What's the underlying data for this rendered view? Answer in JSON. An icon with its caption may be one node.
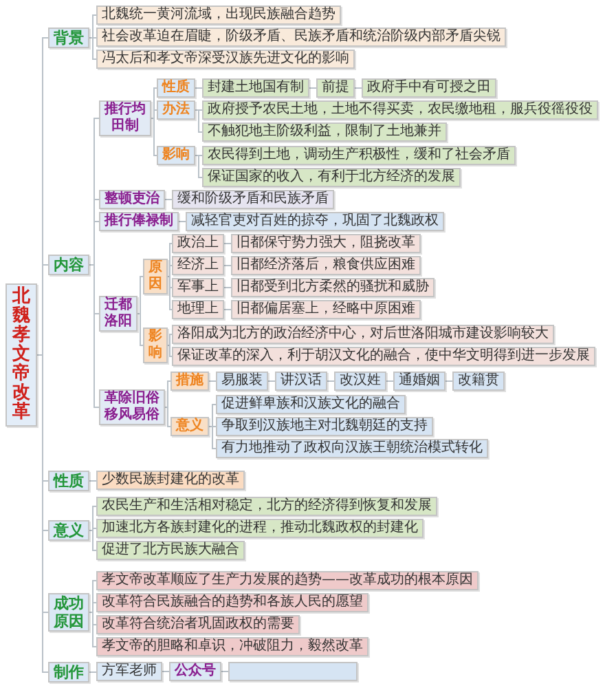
{
  "diagram": {
    "nodes": [
      {
        "text": [
          "北魏孝文帝改革"
        ]
      },
      {
        "text": [
          "背景"
        ]
      },
      {
        "text": [
          "北魏统一黄河流域，出现民族融合趋势"
        ]
      },
      {
        "text": [
          "社会改革迫在眉睫，阶级矛盾、民族矛盾和统治阶级内部矛盾尖锐"
        ]
      },
      {
        "text": [
          "冯太后和孝文帝深受汉族先进文化的影响"
        ]
      },
      {
        "text": [
          "内容"
        ]
      },
      {
        "text": [
          "推行均田制"
        ]
      },
      {
        "text": [
          "性质"
        ]
      },
      {
        "text": [
          "封建土地国有制"
        ]
      },
      {
        "text": [
          "前提"
        ]
      },
      {
        "text": [
          "政府手中有可授之田"
        ]
      },
      {
        "text": [
          "办法"
        ]
      },
      {
        "text": [
          "政府授予农民土地，土地不得买卖，农民缴地租，服兵役徭役役"
        ]
      },
      {
        "text": [
          "不触犯地主阶级利益，限制了土地兼并"
        ]
      },
      {
        "text": [
          "影响"
        ]
      },
      {
        "text": [
          "农民得到土地，调动生产积极性，缓和了社会矛盾"
        ]
      },
      {
        "text": [
          "保证国家的收入，有利于北方经济的发展"
        ]
      },
      {
        "text": [
          "整顿吏治"
        ]
      },
      {
        "text": [
          "缓和阶级矛盾和民族矛盾"
        ]
      },
      {
        "text": [
          "推行俸禄制"
        ]
      },
      {
        "text": [
          "减轻官吏对百姓的掠夺，巩固了北魏政权"
        ]
      },
      {
        "text": [
          "迁都洛阳"
        ]
      },
      {
        "text": [
          "原因"
        ]
      },
      {
        "text": [
          "政治上"
        ]
      },
      {
        "text": [
          "旧都保守势力强大，阻挠改革"
        ]
      },
      {
        "text": [
          "经济上"
        ]
      },
      {
        "text": [
          "旧都经济落后，粮食供应困难"
        ]
      },
      {
        "text": [
          "军事上"
        ]
      },
      {
        "text": [
          "旧都受到北方柔然的骚扰和威胁"
        ]
      },
      {
        "text": [
          "地理上"
        ]
      },
      {
        "text": [
          "旧都偏居塞上，经略中原困难"
        ]
      },
      {
        "text": [
          "影响"
        ]
      },
      {
        "text": [
          "洛阳成为北方的政治经济中心，对后世洛阳城市建设影响较大"
        ]
      },
      {
        "text": [
          "保证改革的深入，利于胡汉文化的融合，使中华文明得到进一步发展"
        ]
      },
      {
        "text": [
          "革除旧俗移风易俗"
        ]
      },
      {
        "text": [
          "措施"
        ]
      },
      {
        "text": [
          "易服装"
        ]
      },
      {
        "text": [
          "讲汉话"
        ]
      },
      {
        "text": [
          "改汉姓"
        ]
      },
      {
        "text": [
          "通婚姻"
        ]
      },
      {
        "text": [
          "改籍贯"
        ]
      },
      {
        "text": [
          "意义"
        ]
      },
      {
        "text": [
          "促进鲜卑族和汉族文化的融合"
        ]
      },
      {
        "text": [
          "争取到汉族地主对北魏朝廷的支持"
        ]
      },
      {
        "text": [
          "有力地推动了政权向汉族王朝统治模式转化"
        ]
      },
      {
        "text": [
          "性质"
        ]
      },
      {
        "text": [
          "少数民族封建化的改革"
        ]
      },
      {
        "text": [
          "意义"
        ]
      },
      {
        "text": [
          "农民生产和生活相对稳定，北方的经济得到恢复和发展"
        ]
      },
      {
        "text": [
          "加速北方各族封建化的进程，推动北魏政权的封建化"
        ]
      },
      {
        "text": [
          "促进了北方民族大融合"
        ]
      },
      {
        "text": [
          "成功原因"
        ]
      },
      {
        "text": [
          "孝文帝改革顺应了生产力发展的趋势——改革成功的根本原因"
        ]
      },
      {
        "text": [
          "改革符合民族融合的趋势和各族人民的愿望"
        ]
      },
      {
        "text": [
          "改革符合统治者巩固政权的需要"
        ]
      },
      {
        "text": [
          "孝文帝的胆略和卓识，冲破阻力，毅然改革"
        ]
      },
      {
        "text": [
          "制作"
        ]
      },
      {
        "text": [
          "方军老师"
        ]
      },
      {
        "text": [
          "公众号"
        ]
      },
      {
        "text": [],
        "shape": "box"
      }
    ],
    "edges": [
      {
        "from": 0,
        "to": 1,
        "arrow": "none"
      },
      {
        "from": 1,
        "to": 2,
        "arrow": "none"
      },
      {
        "from": 1,
        "to": 3,
        "arrow": "none"
      },
      {
        "from": 1,
        "to": 4,
        "arrow": "none"
      },
      {
        "from": 0,
        "to": 5,
        "arrow": "none"
      },
      {
        "from": 5,
        "to": 6,
        "arrow": "none"
      },
      {
        "from": 6,
        "to": 7,
        "arrow": "none"
      },
      {
        "from": 7,
        "to": 8,
        "arrow": "none"
      },
      {
        "from": 8,
        "to": 9,
        "arrow": "none"
      },
      {
        "from": 9,
        "to": 10,
        "arrow": "none"
      },
      {
        "from": 6,
        "to": 11,
        "arrow": "none"
      },
      {
        "from": 11,
        "to": 12,
        "arrow": "none"
      },
      {
        "from": 11,
        "to": 13,
        "arrow": "none"
      },
      {
        "from": 6,
        "to": 14,
        "arrow": "none"
      },
      {
        "from": 14,
        "to": 15,
        "arrow": "none"
      },
      {
        "from": 14,
        "to": 16,
        "arrow": "none"
      },
      {
        "from": 5,
        "to": 17,
        "arrow": "none"
      },
      {
        "from": 17,
        "to": 18,
        "arrow": "none"
      },
      {
        "from": 5,
        "to": 19,
        "arrow": "none"
      },
      {
        "from": 19,
        "to": 20,
        "arrow": "none"
      },
      {
        "from": 5,
        "to": 21,
        "arrow": "none"
      },
      {
        "from": 21,
        "to": 22,
        "arrow": "none"
      },
      {
        "from": 22,
        "to": 23,
        "arrow": "none"
      },
      {
        "from": 23,
        "to": 24,
        "arrow": "none"
      },
      {
        "from": 22,
        "to": 25,
        "arrow": "none"
      },
      {
        "from": 25,
        "to": 26,
        "arrow": "none"
      },
      {
        "from": 22,
        "to": 27,
        "arrow": "none"
      },
      {
        "from": 27,
        "to": 28,
        "arrow": "none"
      },
      {
        "from": 22,
        "to": 29,
        "arrow": "none"
      },
      {
        "from": 29,
        "to": 30,
        "arrow": "none"
      },
      {
        "from": 21,
        "to": 31,
        "arrow": "none"
      },
      {
        "from": 31,
        "to": 32,
        "arrow": "none"
      },
      {
        "from": 31,
        "to": 33,
        "arrow": "none"
      },
      {
        "from": 5,
        "to": 34,
        "arrow": "none"
      },
      {
        "from": 34,
        "to": 35,
        "arrow": "none"
      },
      {
        "from": 35,
        "to": 36,
        "arrow": "none"
      },
      {
        "from": 36,
        "to": 37,
        "arrow": "none"
      },
      {
        "from": 37,
        "to": 38,
        "arrow": "none"
      },
      {
        "from": 38,
        "to": 39,
        "arrow": "none"
      },
      {
        "from": 39,
        "to": 40,
        "arrow": "none"
      },
      {
        "from": 34,
        "to": 41,
        "arrow": "none"
      },
      {
        "from": 41,
        "to": 42,
        "arrow": "none"
      },
      {
        "from": 41,
        "to": 43,
        "arrow": "none"
      },
      {
        "from": 41,
        "to": 44,
        "arrow": "none"
      },
      {
        "from": 0,
        "to": 45,
        "arrow": "none"
      },
      {
        "from": 45,
        "to": 46,
        "arrow": "none"
      },
      {
        "from": 0,
        "to": 47,
        "arrow": "none"
      },
      {
        "from": 47,
        "to": 48,
        "arrow": "none"
      },
      {
        "from": 47,
        "to": 49,
        "arrow": "none"
      },
      {
        "from": 47,
        "to": 50,
        "arrow": "none"
      },
      {
        "from": 0,
        "to": 51,
        "arrow": "none"
      },
      {
        "from": 51,
        "to": 52,
        "arrow": "none"
      },
      {
        "from": 51,
        "to": 53,
        "arrow": "none"
      },
      {
        "from": 51,
        "to": 54,
        "arrow": "none"
      },
      {
        "from": 51,
        "to": 55,
        "arrow": "none"
      },
      {
        "from": 0,
        "to": 56,
        "arrow": "none"
      },
      {
        "from": 56,
        "to": 57,
        "arrow": "none"
      },
      {
        "from": 57,
        "to": 58,
        "arrow": "none"
      },
      {
        "from": 58,
        "to": 59,
        "arrow": "none"
      }
    ]
  }
}
